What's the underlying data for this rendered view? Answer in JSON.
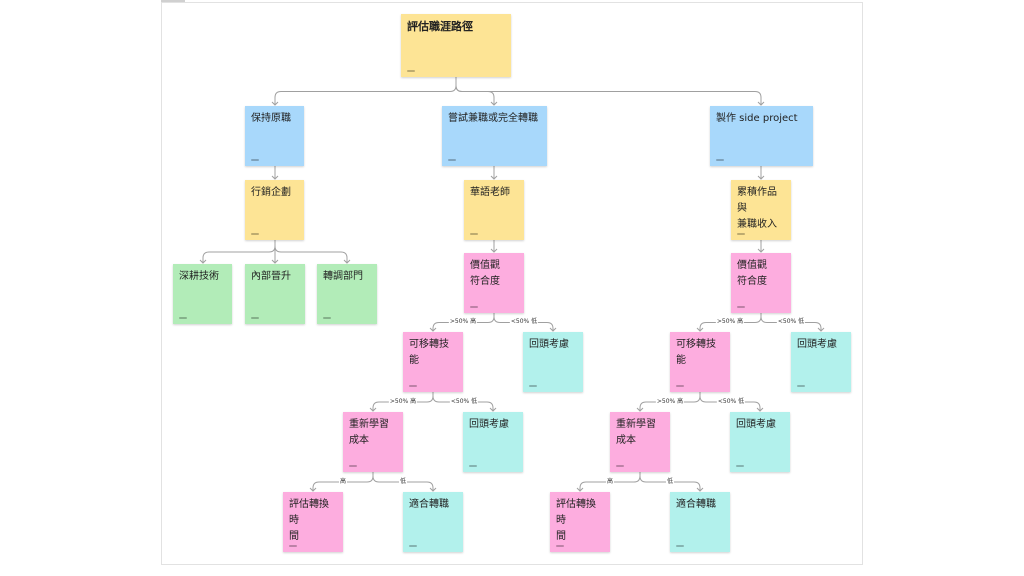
{
  "colors": {
    "yellow": "#fde495",
    "blue": "#a8d8fb",
    "green": "#b2ecb8",
    "pink": "#fdaddf",
    "teal": "#b2f1ec",
    "connector": "#a0a0a0"
  },
  "nodes": {
    "root": "評估職涯路徑",
    "keep_job": "保持原職",
    "try_switch": "嘗試兼職或完全轉職",
    "side_project": "製作 side project",
    "marketing": "行銷企劃",
    "chinese_teacher": "華語老師",
    "portfolio_income": "累積作品與\n兼職收入",
    "deepen_skills": "深耕技術",
    "internal_promotion": "內部晉升",
    "transfer_department": "轉調部門",
    "values_fit_a": "價值觀\n符合度",
    "values_fit_b": "價值觀\n符合度",
    "transferable_skills_a": "可移轉技能",
    "reconsider_a1": "回頭考慮",
    "transferable_skills_b": "可移轉技能",
    "reconsider_b1": "回頭考慮",
    "relearn_cost_a": "重新學習\n成本",
    "reconsider_a2": "回頭考慮",
    "relearn_cost_b": "重新學習\n成本",
    "reconsider_b2": "回頭考慮",
    "evaluate_time_a": "評估轉換時\n間",
    "suitable_a": "適合轉職",
    "evaluate_time_b": "評估轉換時\n間",
    "suitable_b": "適合轉職"
  },
  "edge_labels": {
    "high_50": ">50% 高",
    "low_50": "<50% 低",
    "high": "高",
    "low": "低"
  }
}
